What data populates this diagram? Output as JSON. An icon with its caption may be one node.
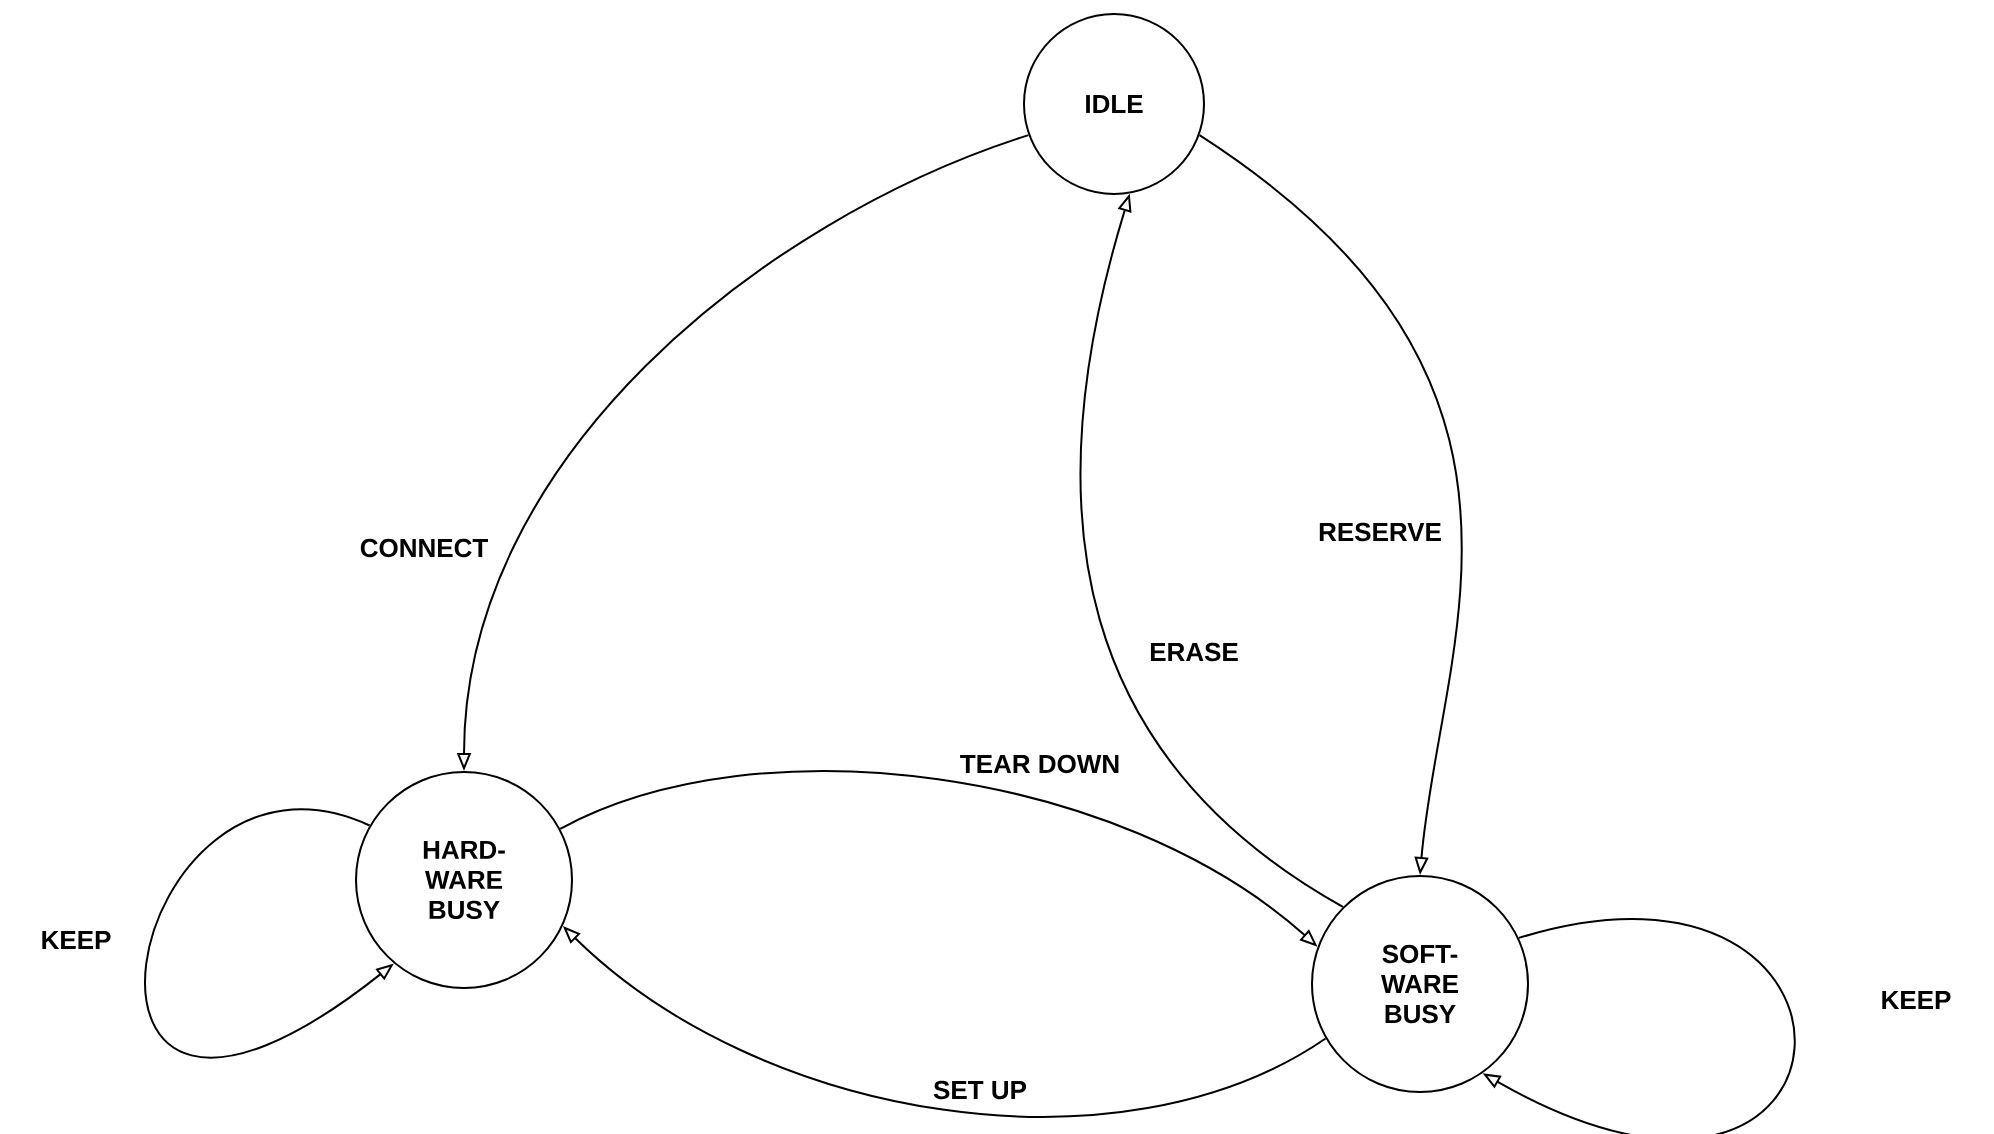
{
  "diagram": {
    "nodes": [
      {
        "text": [
          "IDLE"
        ]
      },
      {
        "text": [
          "HARD- WARE BUSY"
        ]
      },
      {
        "text": [
          "SOFT- WARE BUSY"
        ]
      }
    ],
    "edges": [
      {
        "from": 0,
        "to": 1,
        "arrow": "to",
        "label": "CONNECT"
      },
      {
        "from": 0,
        "to": 2,
        "arrow": "to",
        "label": "RESERVE"
      },
      {
        "from": 2,
        "to": 0,
        "arrow": "to",
        "label": "ERASE"
      },
      {
        "from": 1,
        "to": 2,
        "arrow": "to",
        "label": "TEAR DOWN"
      },
      {
        "from": 2,
        "to": 1,
        "arrow": "to",
        "label": "SET UP"
      },
      {
        "from": 1,
        "to": 1,
        "arrow": "to",
        "label": "KEEP"
      },
      {
        "from": 2,
        "to": 2,
        "arrow": "to",
        "label": "KEEP"
      }
    ]
  }
}
